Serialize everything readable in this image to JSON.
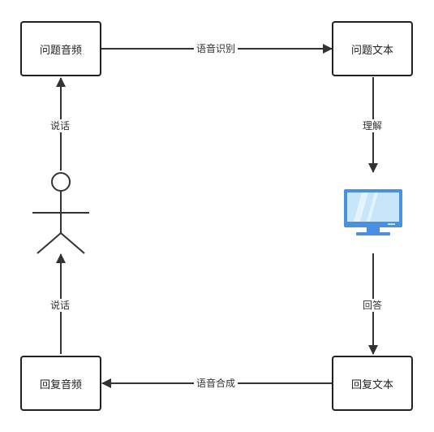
{
  "nodes": {
    "question_audio": "问题音频",
    "question_text": "问题文本",
    "reply_audio": "回复音频",
    "reply_text": "回复文本"
  },
  "edges": {
    "speech_recognition": "语音识别",
    "understand": "理解",
    "answer": "回答",
    "speech_synthesis": "语音合成",
    "speak_up": "说话",
    "speak_down": "说话"
  },
  "icons": {
    "computer": "monitor-icon",
    "user": "stick-figure-user-icon"
  },
  "colors": {
    "line": "#333333",
    "monitor": "#4a90e2",
    "screen": "#c7e6fa"
  }
}
